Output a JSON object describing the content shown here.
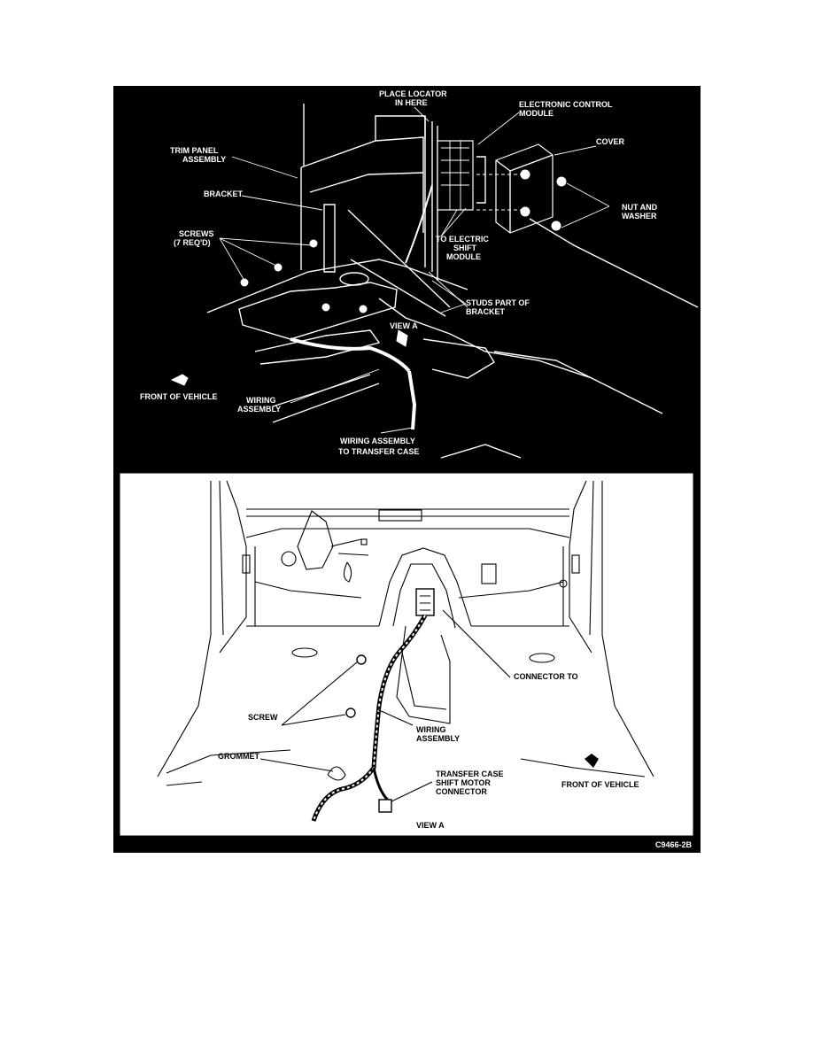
{
  "top_view": {
    "labels": {
      "place_locator_1": "PLACE LOCATOR",
      "place_locator_2": "IN HERE",
      "ecm_1": "ELECTRONIC CONTROL",
      "ecm_2": "MODULE",
      "cover": "COVER",
      "trim_1": "TRIM PANEL",
      "trim_2": "ASSEMBLY",
      "bracket": "BRACKET",
      "nut_1": "NUT AND",
      "nut_2": "WASHER",
      "screws_1": "SCREWS",
      "screws_2": "(7 REQ'D)",
      "shift_1": "TO ELECTRIC",
      "shift_2": "SHIFT",
      "shift_3": "MODULE",
      "studs_1": "STUDS PART OF",
      "studs_2": "BRACKET",
      "view_a": "VIEW A",
      "front": "FRONT OF VEHICLE",
      "wiring_1": "WIRING",
      "wiring_2": "ASSEMBLY",
      "transfer_1": "WIRING ASSEMBLY",
      "transfer_2": "TO TRANSFER CASE"
    }
  },
  "bottom_view": {
    "labels": {
      "connector_to": "CONNECTOR TO",
      "screw": "SCREW",
      "wiring_1": "WIRING",
      "wiring_2": "ASSEMBLY",
      "grommet": "GROMMET",
      "motor_1": "TRANSFER CASE",
      "motor_2": "SHIFT MOTOR",
      "motor_3": "CONNECTOR",
      "front": "FRONT OF VEHICLE",
      "view_a": "VIEW A"
    }
  },
  "figure_code": "C9466-2B"
}
